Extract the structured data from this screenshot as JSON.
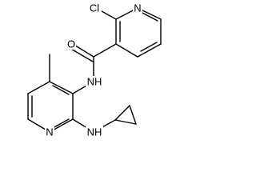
{
  "molecule": {
    "atoms": {
      "cl": "Cl",
      "n_top": "N",
      "o": "O",
      "nh_amide": "NH",
      "n_bottom": "N",
      "nh_amine": "NH"
    }
  }
}
